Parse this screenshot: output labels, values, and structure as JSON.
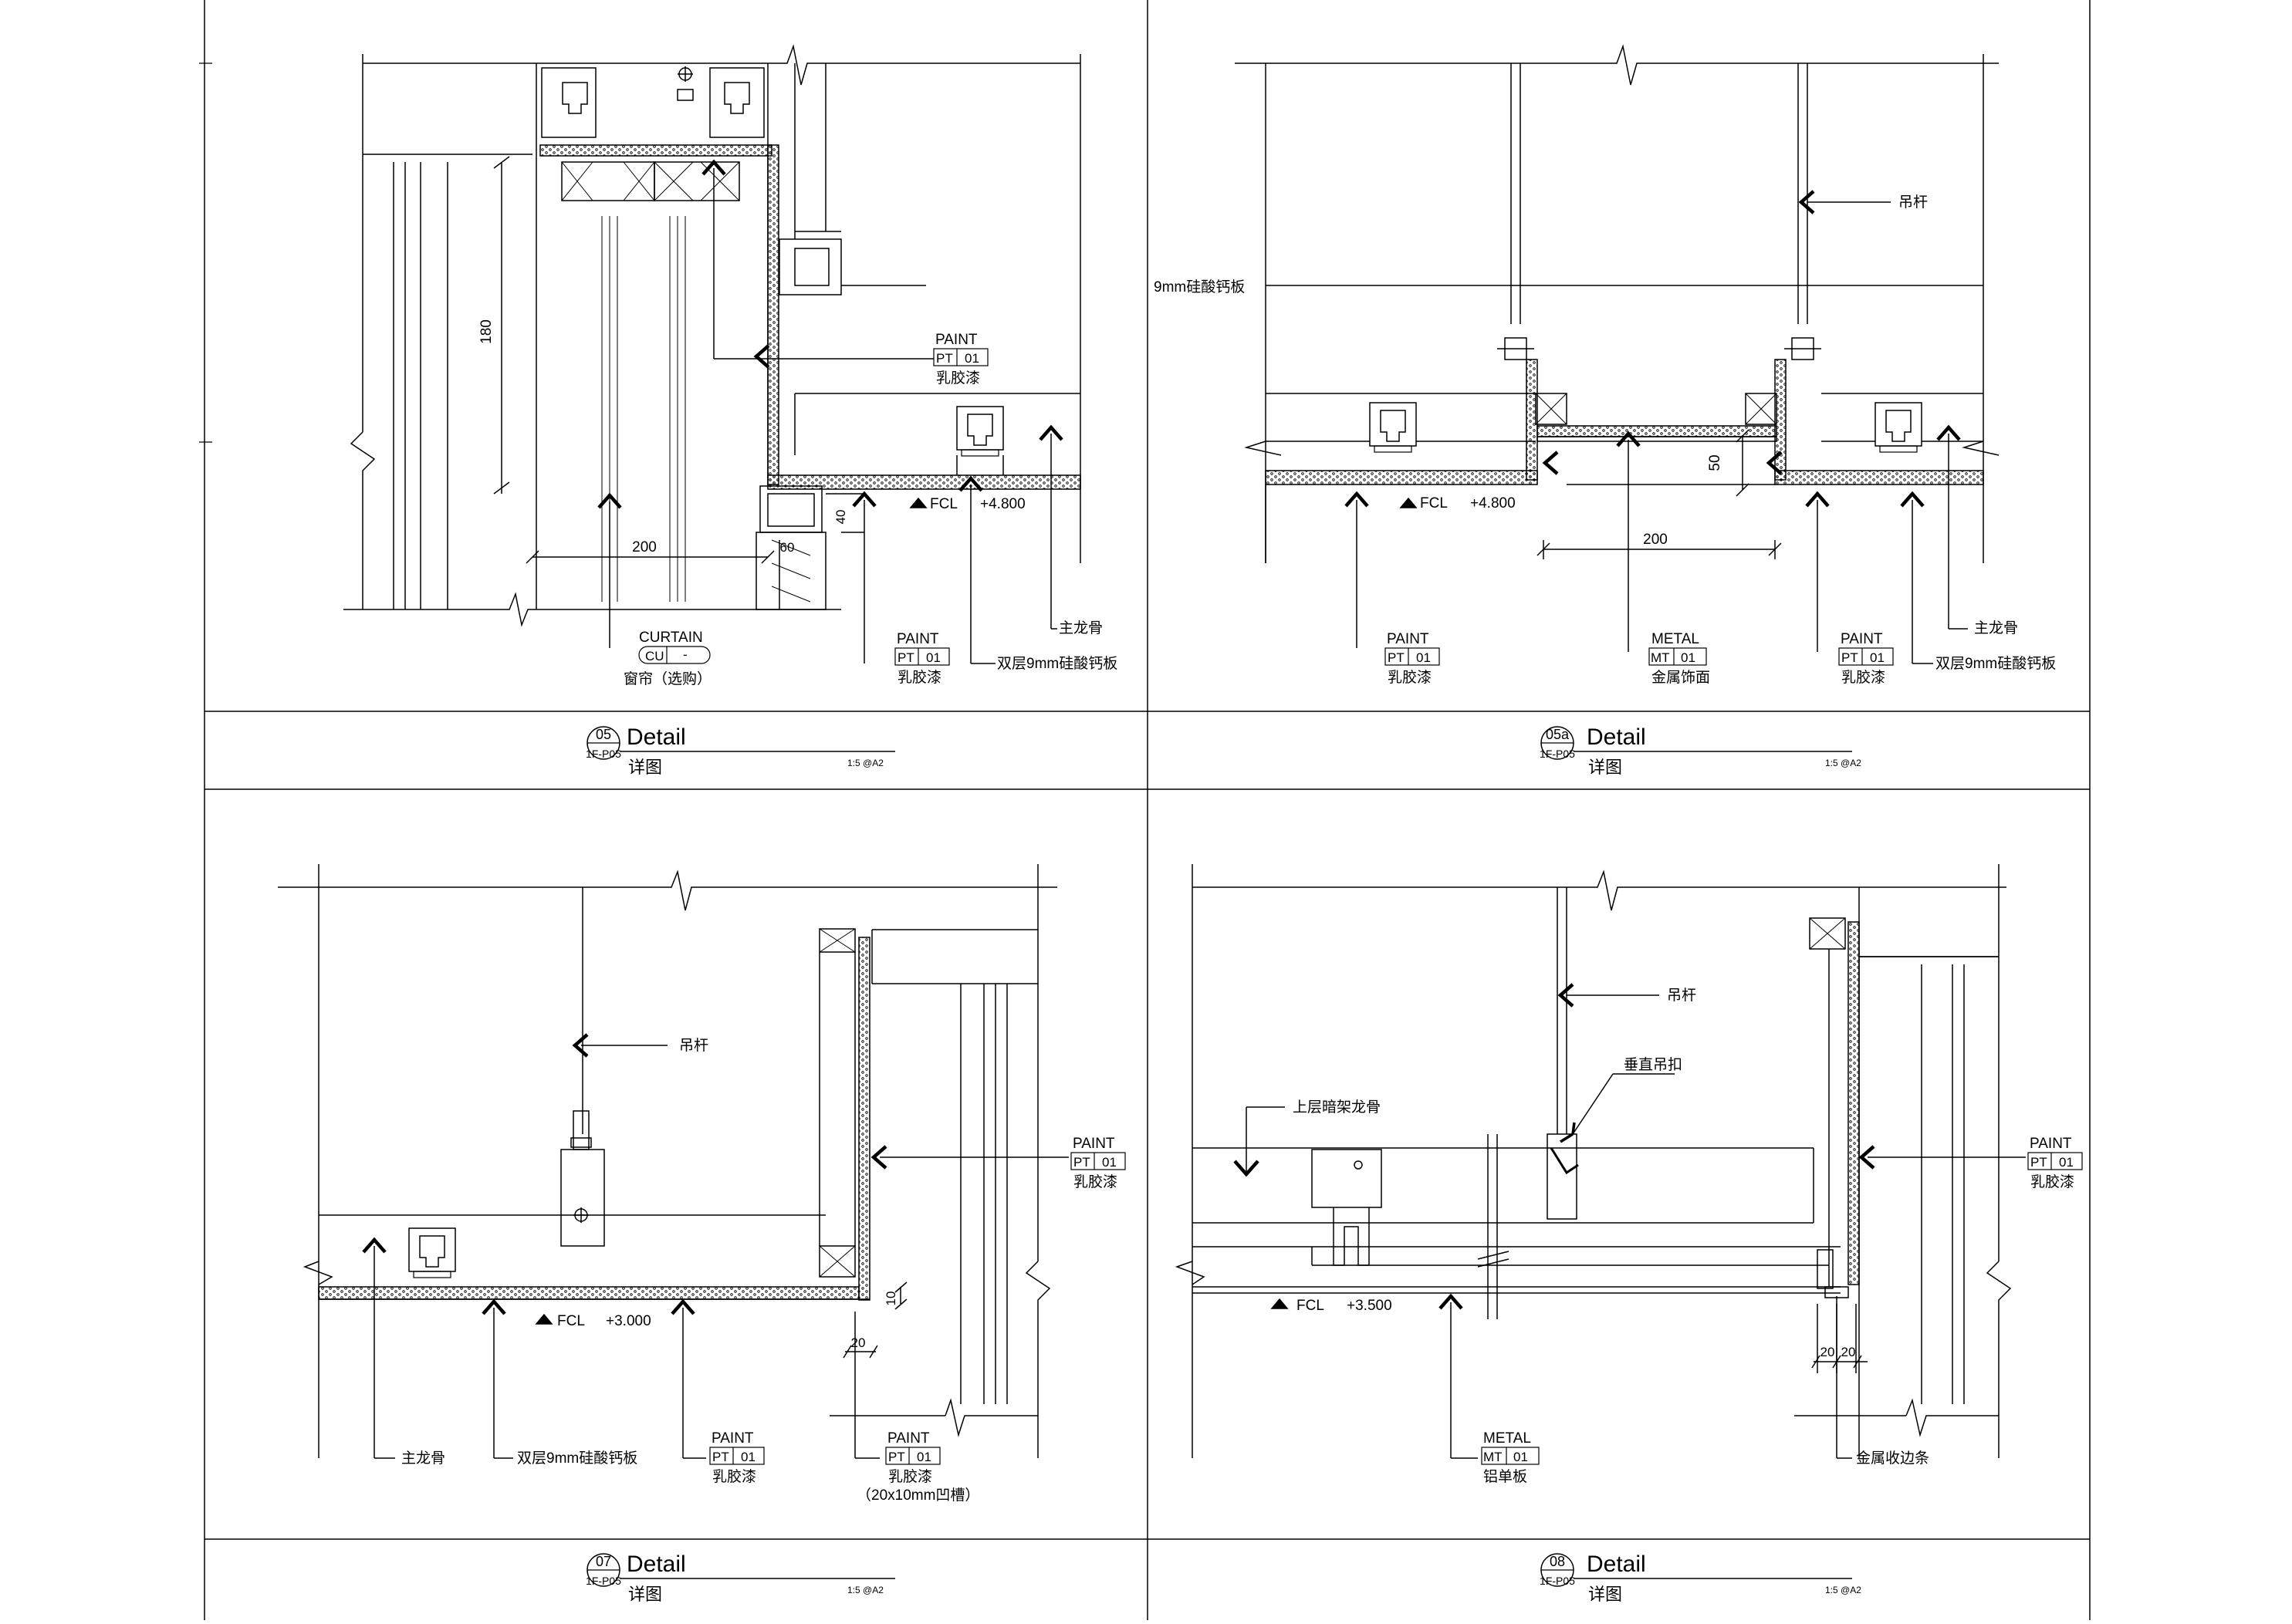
{
  "details": [
    {
      "number": "05",
      "sheet_ref": "1F-P05",
      "title": "Detail",
      "subtitle": "详图",
      "scale": "1:5 @A2",
      "dims": {
        "height": "180",
        "width": "200",
        "d1": "60",
        "d2": "40"
      },
      "fcl": "FCL",
      "level": "+4.800",
      "curtain": {
        "name": "CURTAIN",
        "code": "CU",
        "num": "-",
        "desc": "窗帘（选购）"
      },
      "paint_a": {
        "name": "PAINT",
        "code": "PT",
        "num": "01",
        "desc": "乳胶漆"
      },
      "paint_b": {
        "name": "PAINT",
        "code": "PT",
        "num": "01",
        "desc": "乳胶漆"
      },
      "board": "双层9mm硅酸钙板",
      "keel": "主龙骨"
    },
    {
      "number": "05a",
      "sheet_ref": "1F-P05",
      "title": "Detail",
      "subtitle": "详图",
      "scale": "1:5 @A2",
      "dims": {
        "width": "200",
        "height": "50"
      },
      "fcl": "FCL",
      "level": "+4.800",
      "board": "9mm硅酸钙板",
      "rod": "吊杆",
      "paint_a": {
        "name": "PAINT",
        "code": "PT",
        "num": "01",
        "desc": "乳胶漆"
      },
      "metal": {
        "name": "METAL",
        "code": "MT",
        "num": "01",
        "desc": "金属饰面"
      },
      "paint_b": {
        "name": "PAINT",
        "code": "PT",
        "num": "01",
        "desc": "乳胶漆"
      },
      "board2": "双层9mm硅酸钙板",
      "keel": "主龙骨"
    },
    {
      "number": "07",
      "sheet_ref": "1F-P05",
      "title": "Detail",
      "subtitle": "详图",
      "scale": "1:5 @A2",
      "dims": {
        "d1": "20",
        "d2": "10"
      },
      "fcl": "FCL",
      "level": "+3.000",
      "rod": "吊杆",
      "paint_r": {
        "name": "PAINT",
        "code": "PT",
        "num": "01",
        "desc": "乳胶漆"
      },
      "keel": "主龙骨",
      "board": "双层9mm硅酸钙板",
      "paint_a": {
        "name": "PAINT",
        "code": "PT",
        "num": "01",
        "desc": "乳胶漆"
      },
      "paint_b": {
        "name": "PAINT",
        "code": "PT",
        "num": "01",
        "desc": "乳胶漆",
        "note": "（20x10mm凹槽）"
      }
    },
    {
      "number": "08",
      "sheet_ref": "1F-P05",
      "title": "Detail",
      "subtitle": "详图",
      "scale": "1:5 @A2",
      "dims": {
        "d1": "20",
        "d2": "20"
      },
      "fcl": "FCL",
      "level": "+3.500",
      "rod": "吊杆",
      "hanger": "垂直吊扣",
      "upper_keel": "上层暗架龙骨",
      "paint_r": {
        "name": "PAINT",
        "code": "PT",
        "num": "01",
        "desc": "乳胶漆"
      },
      "metal": {
        "name": "METAL",
        "code": "MT",
        "num": "01",
        "desc": "铝单板"
      },
      "edge": "金属收边条"
    }
  ]
}
